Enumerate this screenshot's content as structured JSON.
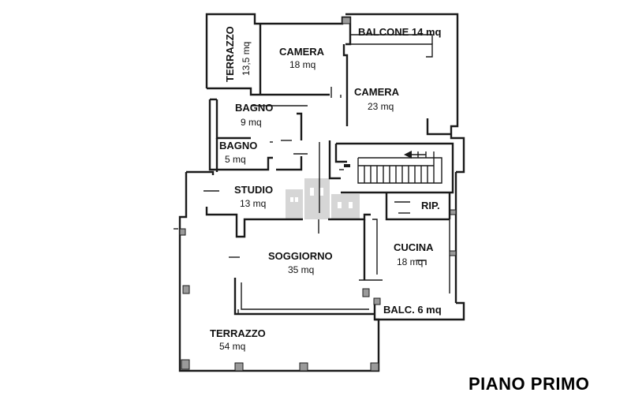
{
  "title": "PIANO PRIMO",
  "rooms": {
    "terrazzo_top": {
      "label": "TERRAZZO",
      "area": "13,5 mq"
    },
    "camera_1": {
      "label": "CAMERA",
      "area": "18 mq"
    },
    "balcone": {
      "label": "BALCONE 14 mq"
    },
    "camera_2": {
      "label": "CAMERA",
      "area": "23 mq"
    },
    "bagno_1": {
      "label": "BAGNO",
      "area": "9 mq"
    },
    "bagno_2": {
      "label": "BAGNO",
      "area": "5 mq"
    },
    "studio": {
      "label": "STUDIO",
      "area": "13 mq"
    },
    "rip": {
      "label": "RIP."
    },
    "soggiorno": {
      "label": "SOGGIORNO",
      "area": "35 mq"
    },
    "cucina": {
      "label": "CUCINA",
      "area": "18 mq"
    },
    "balc": {
      "label": "BALC. 6 mq"
    },
    "terrazzo_bottom": {
      "label": "TERRAZZO",
      "area": "54 mq"
    }
  }
}
